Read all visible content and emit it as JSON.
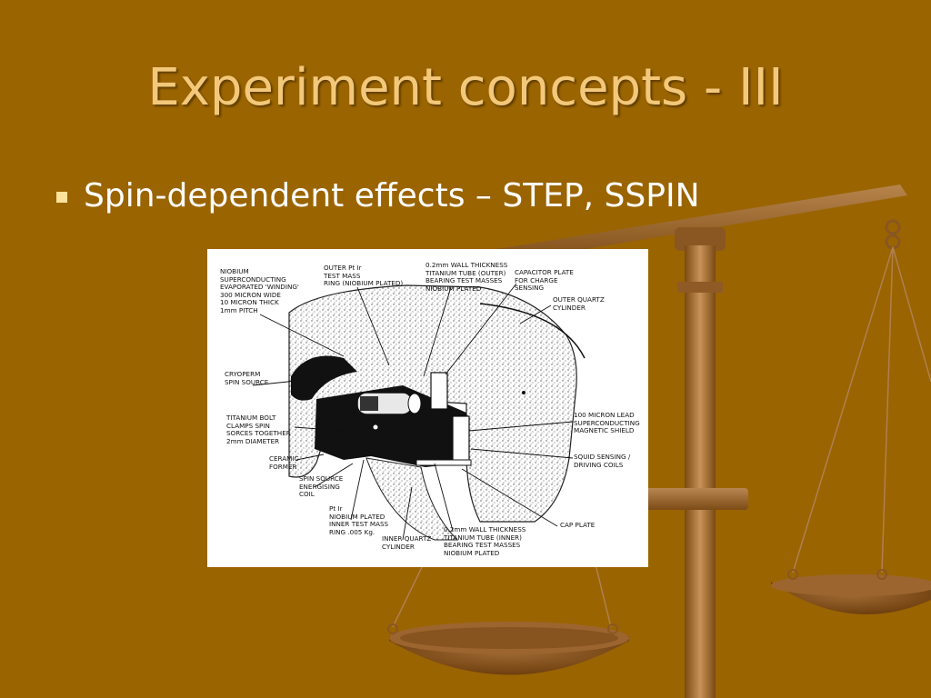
{
  "slide": {
    "title": "Experiment concepts - III",
    "bullets": [
      {
        "text": "Spin-dependent effects – STEP, SSPIN"
      }
    ],
    "background_color": "#9a6400",
    "title_color": "#f3c87a",
    "decoration_icon": "balance-scale-icon"
  },
  "figure": {
    "labels": {
      "niobium_winding": "NIOBIUM\nSUPERCONDUCTING\nEVAPORATED 'WINDING'\n300 MICRON WIDE\n10 MICRON THICK\n1mm PITCH",
      "outer_test_mass": "OUTER Pt Ir\nTEST MASS\nRING (NIOBIUM PLATED)",
      "outer_tube": "0.2mm WALL THICKNESS\nTITANIUM TUBE (OUTER)\nBEARING TEST MASSES\nNIOBIUM PLATED",
      "capacitor_plate": "CAPACITOR PLATE\nFOR CHARGE\nSENSING",
      "outer_quartz": "OUTER QUARTZ\nCYLINDER",
      "cryoperm": "CRYOPERM\nSPIN SOURCE",
      "titanium_bolt": "TITANIUM BOLT\nCLAMPS SPIN\nSORCES TOGETHER\n2mm DIAMETER",
      "ceramic_former": "CERAMIC\nFORMER",
      "spin_source_coil": "SPIN SOURCE\nENERGISING\nCOIL",
      "inner_test_mass": "Pt Ir\nNIOBIUM PLATED\nINNER TEST MASS\nRING .005 Kg.",
      "inner_quartz": "INNER QUARTZ\nCYLINDER",
      "inner_tube": "0.2mm WALL THICKNESS\nTITANIUM TUBE (INNER)\nBEARING TEST MASSES\nNIOBIUM PLATED",
      "lead_shield": "100 MICRON LEAD\nSUPERCONDUCTING\nMAGNETIC SHIELD",
      "squid_coils": "SQUID SENSING /\nDRIVING COILS",
      "cap_plate": "CAP PLATE"
    }
  }
}
